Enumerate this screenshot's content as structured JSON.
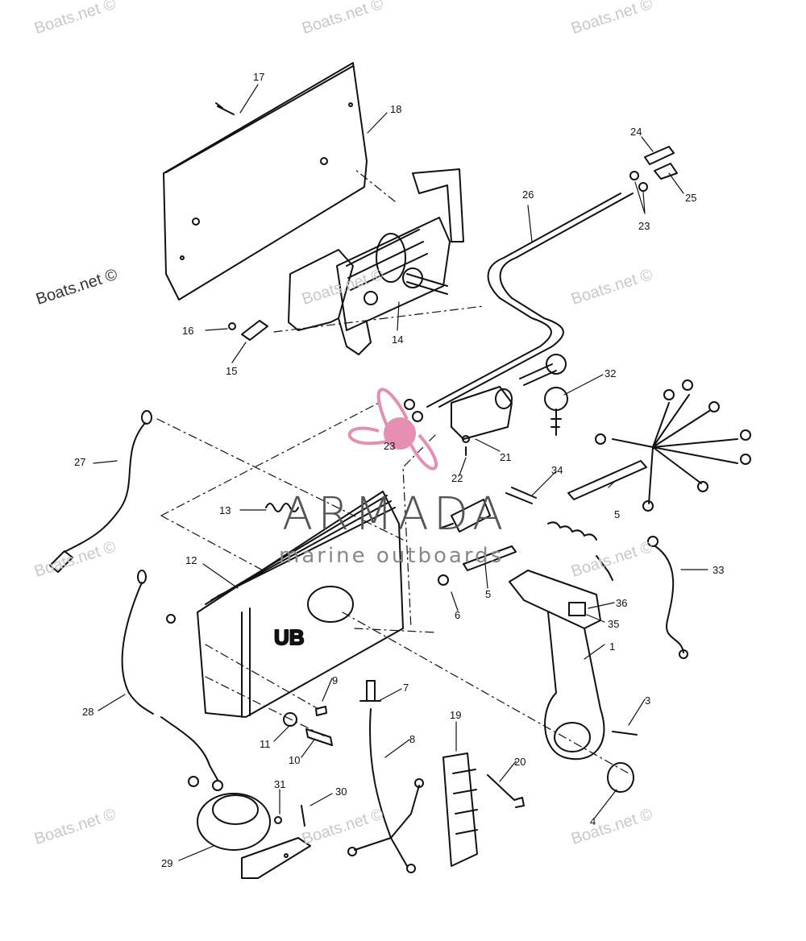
{
  "watermarks": {
    "repeat_text": "Boats.net ©",
    "dark_text": "Boats.net ©"
  },
  "brand": {
    "name": "ARMADA",
    "tagline": "marine outboards",
    "logo_color": "#e58fb2"
  },
  "callouts": [
    "17",
    "18",
    "24",
    "25",
    "23",
    "26",
    "16",
    "14",
    "15",
    "32",
    "21",
    "23",
    "22",
    "27",
    "34",
    "13",
    "5",
    "12",
    "6",
    "5",
    "36",
    "35",
    "33",
    "1",
    "3",
    "7",
    "9",
    "8",
    "28",
    "11",
    "10",
    "19",
    "20",
    "4",
    "31",
    "30",
    "29",
    "",
    "UB"
  ]
}
